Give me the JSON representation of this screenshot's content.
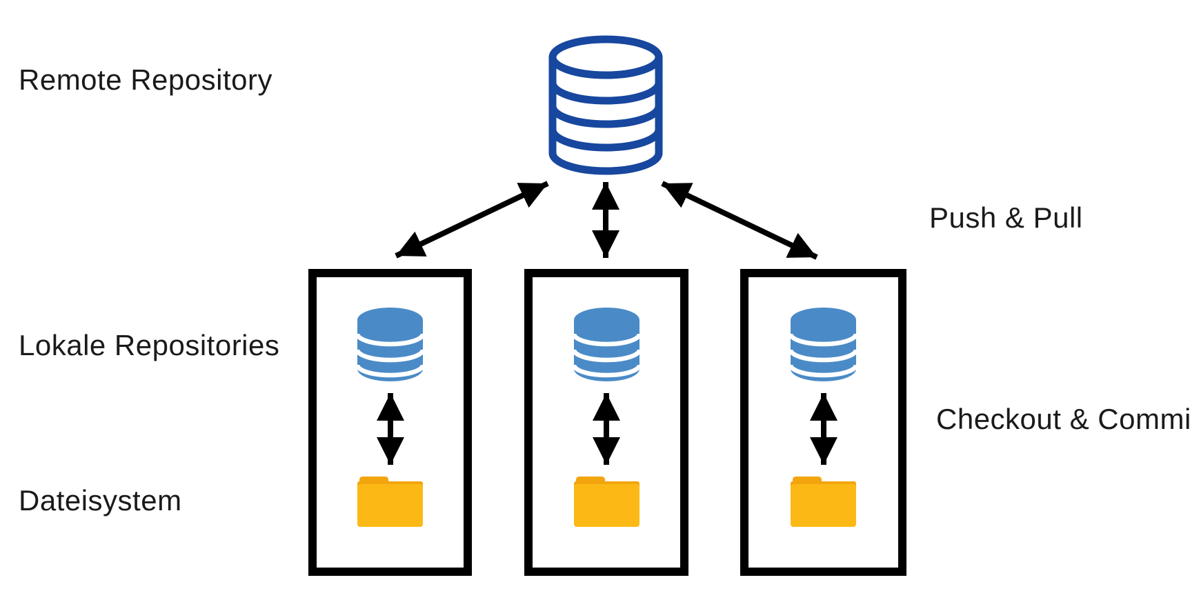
{
  "diagram": {
    "remote_label": "Remote Repository",
    "local_label": "Lokale Repositories",
    "filesystem_label": "Dateisystem",
    "push_pull_label": "Push & Pull",
    "checkout_commit_label": "Checkout & Commit",
    "local_box_count": 3
  },
  "colors": {
    "background": "#FFFFFF",
    "text": "#1A1A1A",
    "arrow": "#000000",
    "box_border": "#000000",
    "remote_db_outline": "#17479E",
    "local_db_fill": "#4A8BC7",
    "folder_body": "#FCB916",
    "folder_tab": "#F2A50C"
  }
}
